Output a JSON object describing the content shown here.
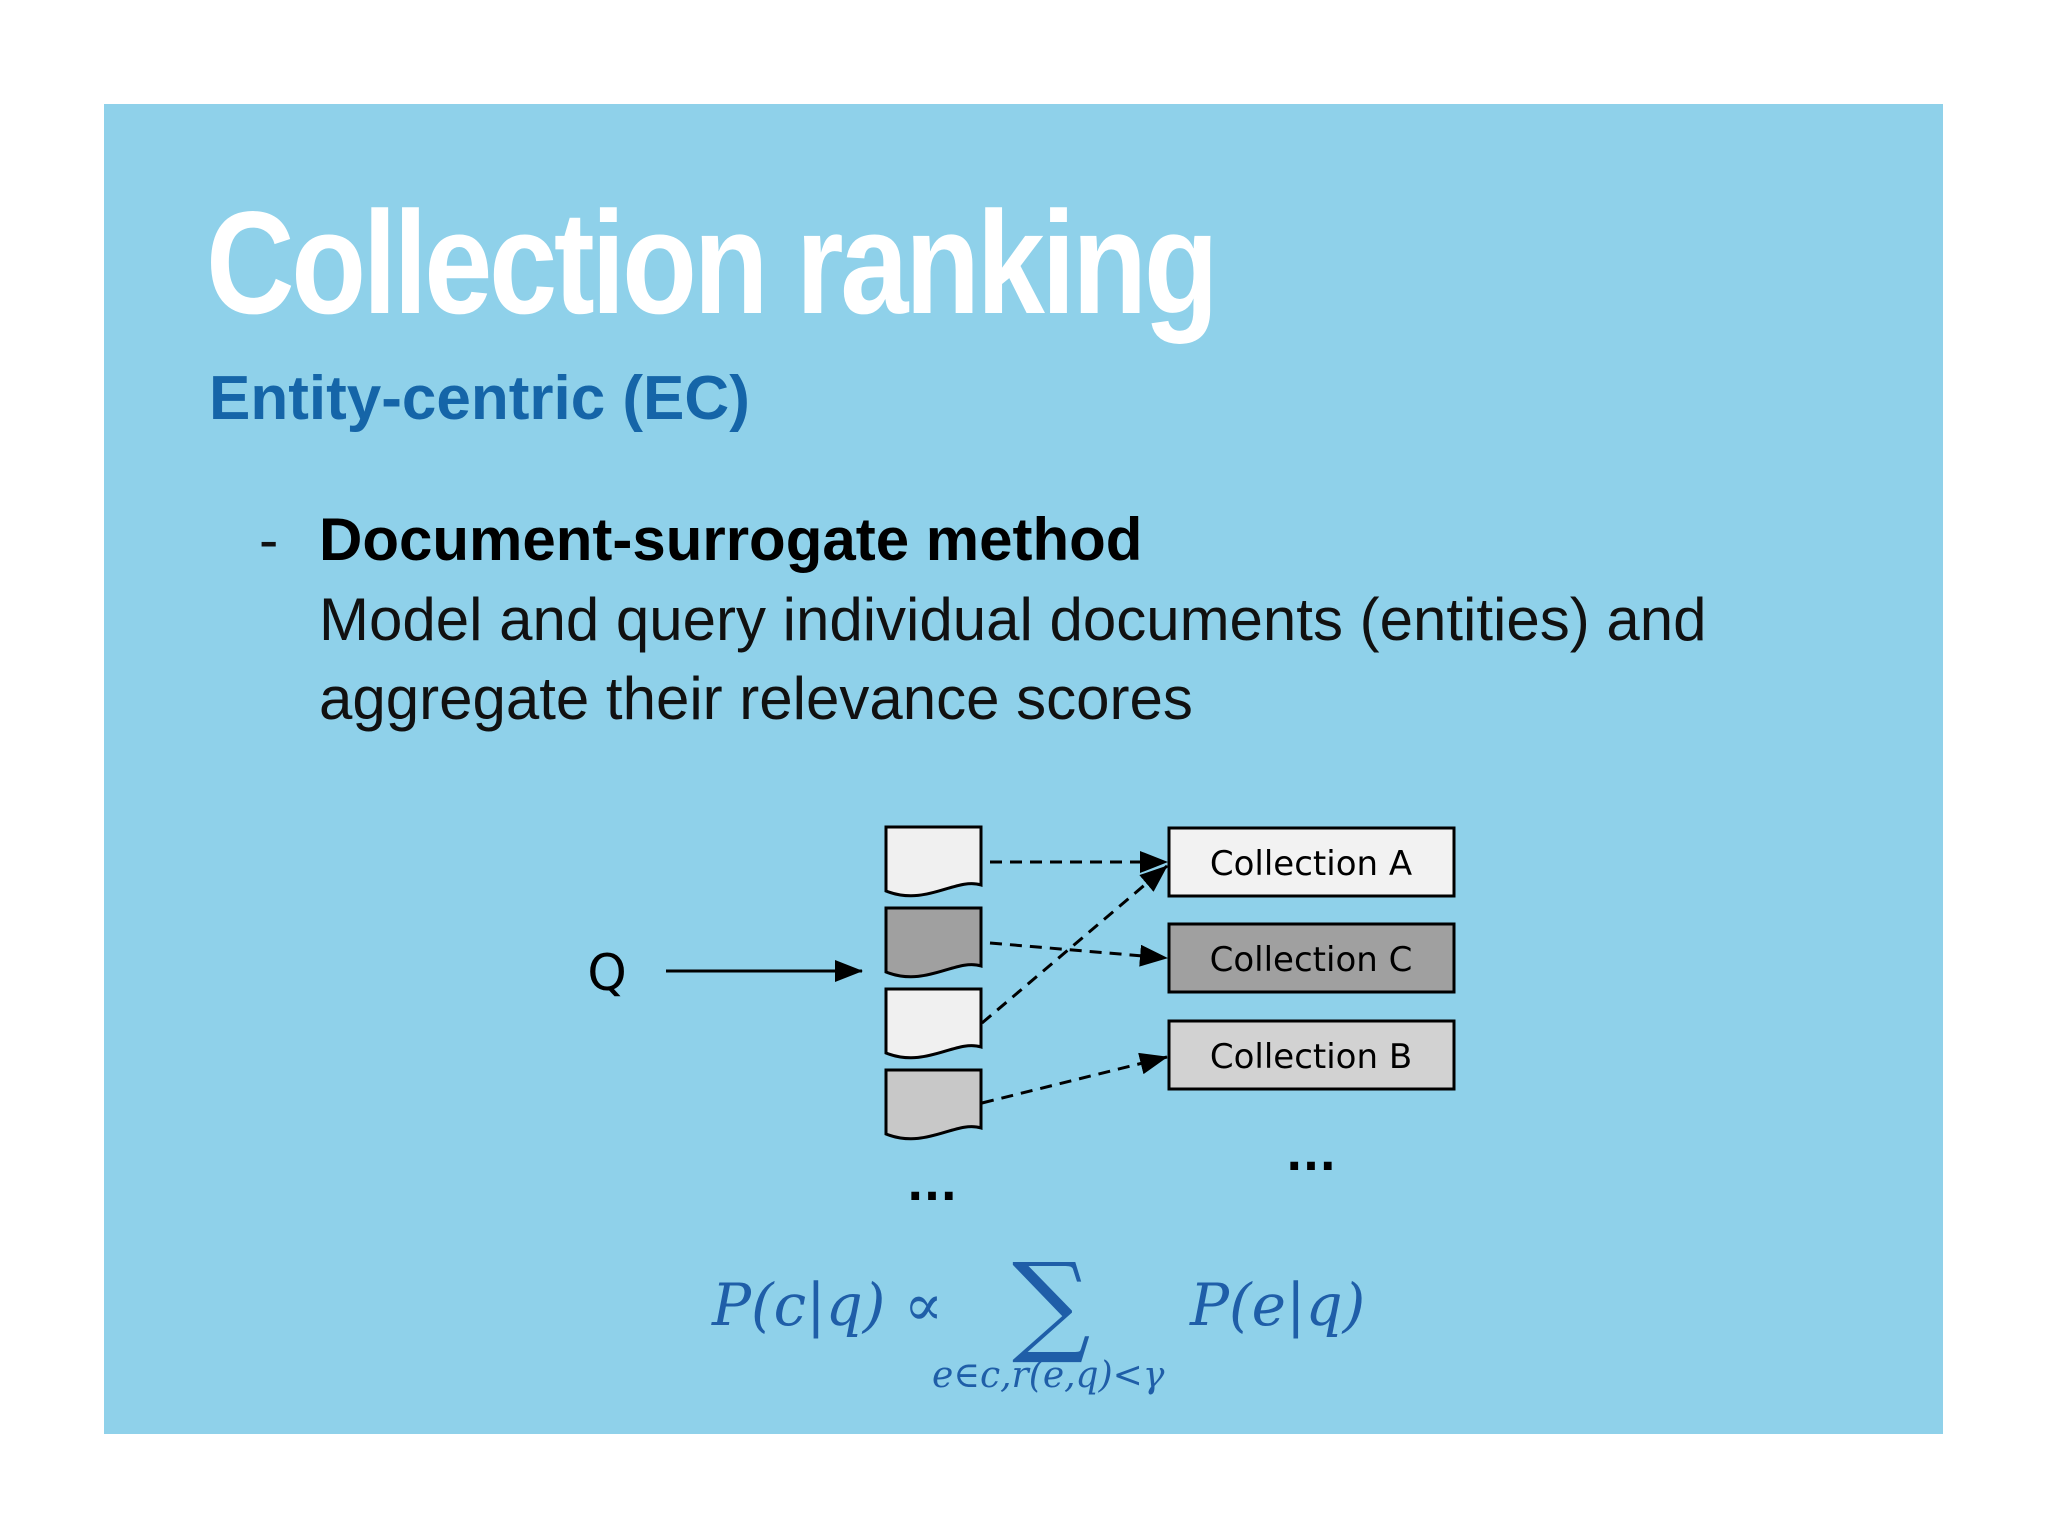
{
  "slide": {
    "title": "Collection ranking",
    "subtitle": "Entity-centric (EC)",
    "bullet": {
      "marker": "-",
      "heading": "Document-surrogate method",
      "body": "Model and query individual documents (entities) and aggregate their relevance scores"
    },
    "diagram": {
      "query_label": "Q",
      "documents_ellipsis": "...",
      "collections_ellipsis": "...",
      "collections": [
        {
          "label": "Collection A",
          "fill": "#f2f2f2"
        },
        {
          "label": "Collection C",
          "fill": "#a0a0a0"
        },
        {
          "label": "Collection B",
          "fill": "#d2d2d2"
        }
      ],
      "document_fills": [
        "#f0f0f0",
        "#a0a0a0",
        "#f0f0f0",
        "#c8c8c8"
      ]
    },
    "formula": {
      "lhs": "P(c|q) ∝",
      "sum": "∑",
      "subscript": "e∈c,r(e,q)<γ",
      "rhs": "P(e|q)"
    },
    "colors": {
      "background": "#8fd1ea",
      "title": "#ffffff",
      "subtitle": "#1565a8",
      "formula": "#1f5ea8"
    }
  }
}
